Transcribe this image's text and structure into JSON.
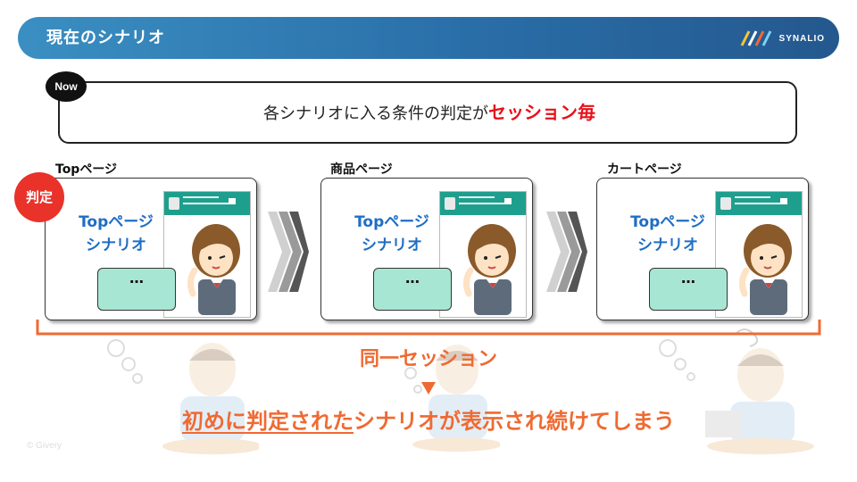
{
  "header": {
    "title": "現在のシナリオ",
    "logo_text": "SYNALIO"
  },
  "statement": {
    "badge": "Now",
    "text": "各シナリオに入る条件の判定が",
    "highlight": "セッション毎"
  },
  "judge_badge": "判定",
  "pages": [
    {
      "label": "Topページ",
      "scenario_line1": "Topページ",
      "scenario_line2": "シナリオ",
      "bubble": "…"
    },
    {
      "label": "商品ページ",
      "scenario_line1": "Topページ",
      "scenario_line2": "シナリオ",
      "bubble": "…"
    },
    {
      "label": "カートページ",
      "scenario_line1": "Topページ",
      "scenario_line2": "シナリオ",
      "bubble": "…"
    }
  ],
  "same_session": "同一セッション",
  "conclusion": {
    "underlined": "初めに判定された",
    "rest": "シナリオが表示され続けてしまう"
  },
  "copyright": "© Givery",
  "colors": {
    "accent_orange": "#ef6a32",
    "highlight_red": "#e8101a",
    "scenario_blue": "#1f6ec4",
    "header_blue": "#2a6ea8"
  },
  "icons": [
    "chevron-right-icon",
    "synalio-logo-icon",
    "operator-woman-icon",
    "thinking-man-icon"
  ]
}
